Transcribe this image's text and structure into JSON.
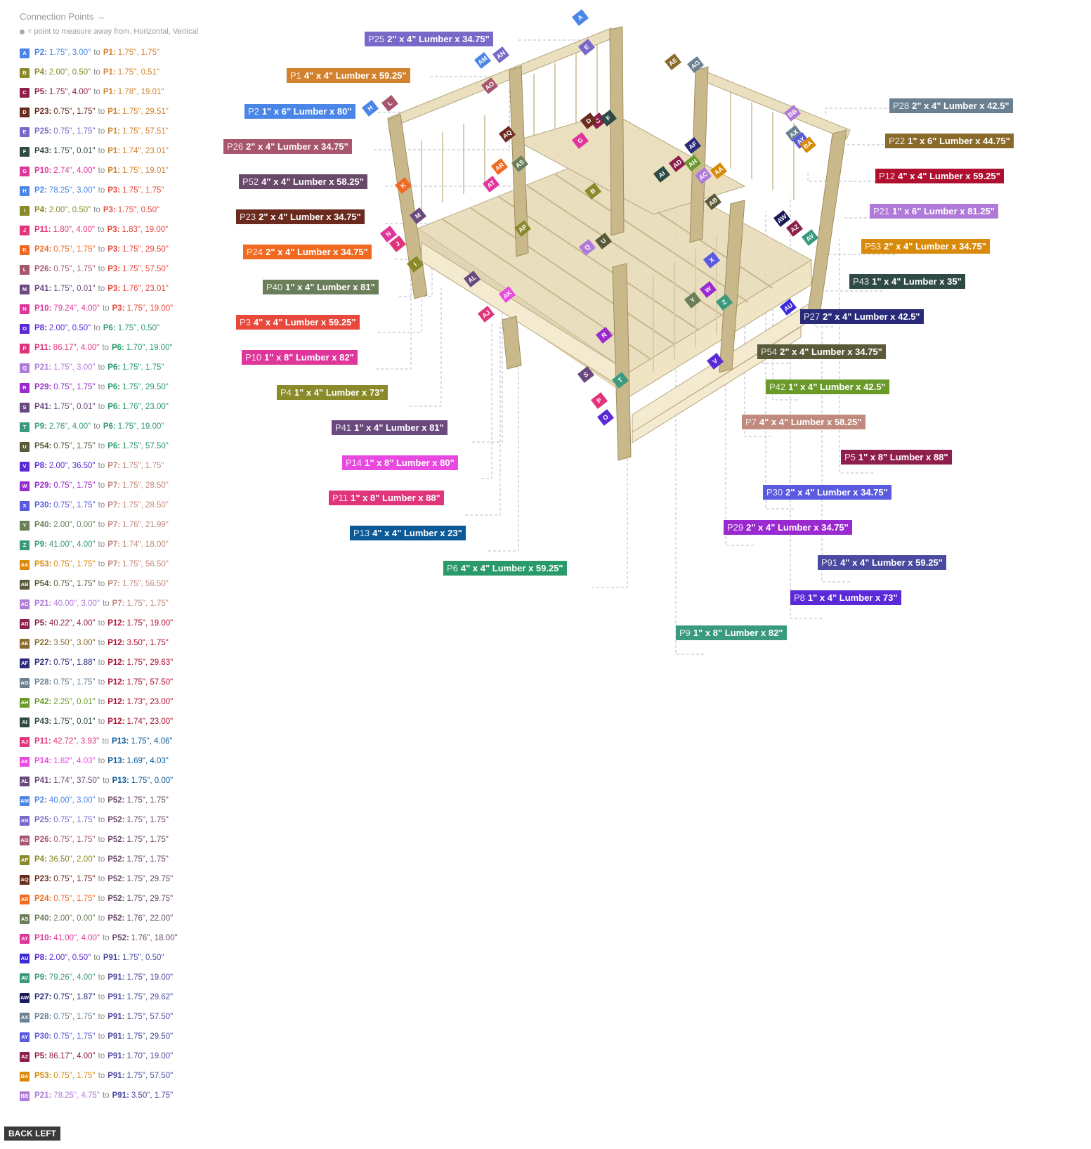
{
  "header": {
    "title": "Connection Points →",
    "subtitle": "= point to measure away from. Horizontal, Vertical"
  },
  "back_button": "BACK LEFT",
  "to_word": "to",
  "connections": [
    {
      "id": "A",
      "a": "P2:",
      "av": "1.75\", 3.00\"",
      "b": "P1:",
      "bv": "1.75\", 1.75\"",
      "ca": "#4a86e8",
      "cb": "#d2822e",
      "badge": "#4a86e8"
    },
    {
      "id": "B",
      "a": "P4:",
      "av": "2.00\", 0.50\"",
      "b": "P1:",
      "bv": "1.75\", 0.51\"",
      "ca": "#8a8a2a",
      "cb": "#d2822e",
      "badge": "#8a8a2a"
    },
    {
      "id": "C",
      "a": "P5:",
      "av": "1.75\", 4.00\"",
      "b": "P1:",
      "bv": "1.78\", 19.01\"",
      "ca": "#8e1f4c",
      "cb": "#d2822e",
      "badge": "#8e1f4c"
    },
    {
      "id": "D",
      "a": "P23:",
      "av": "0.75\", 1.75\"",
      "b": "P1:",
      "bv": "1.75\", 29.51\"",
      "ca": "#6b2a1e",
      "cb": "#d2822e",
      "badge": "#6b2a1e"
    },
    {
      "id": "E",
      "a": "P25:",
      "av": "0.75\", 1.75\"",
      "b": "P1:",
      "bv": "1.75\", 57.51\"",
      "ca": "#7a68c8",
      "cb": "#d2822e",
      "badge": "#7a68c8"
    },
    {
      "id": "F",
      "a": "P43:",
      "av": "1.75\", 0.01\"",
      "b": "P1:",
      "bv": "1.74\", 23.01\"",
      "ca": "#2f4a44",
      "cb": "#d2822e",
      "badge": "#2f4a44"
    },
    {
      "id": "G",
      "a": "P10:",
      "av": "2.74\", 4.00\"",
      "b": "P1:",
      "bv": "1.75\", 19.01\"",
      "ca": "#e0359a",
      "cb": "#d2822e",
      "badge": "#e0359a"
    },
    {
      "id": "H",
      "a": "P2:",
      "av": "78.25\", 3.00\"",
      "b": "P3:",
      "bv": "1.75\", 1.75\"",
      "ca": "#4a86e8",
      "cb": "#e8493c",
      "badge": "#4a86e8"
    },
    {
      "id": "I",
      "a": "P4:",
      "av": "2.00\", 0.50\"",
      "b": "P3:",
      "bv": "1.75\", 0.50\"",
      "ca": "#8a8a2a",
      "cb": "#e8493c",
      "badge": "#8a8a2a"
    },
    {
      "id": "J",
      "a": "P11:",
      "av": "1.80\", 4.00\"",
      "b": "P3:",
      "bv": "1.83\", 19.00\"",
      "ca": "#e0357a",
      "cb": "#e8493c",
      "badge": "#e0357a"
    },
    {
      "id": "K",
      "a": "P24:",
      "av": "0.75\", 1.75\"",
      "b": "P3:",
      "bv": "1.75\", 29.50\"",
      "ca": "#f06a22",
      "cb": "#e8493c",
      "badge": "#f06a22"
    },
    {
      "id": "L",
      "a": "P26:",
      "av": "0.75\", 1.75\"",
      "b": "P3:",
      "bv": "1.75\", 57.50\"",
      "ca": "#a8566e",
      "cb": "#e8493c",
      "badge": "#a8566e"
    },
    {
      "id": "M",
      "a": "P41:",
      "av": "1.75\", 0.01\"",
      "b": "P3:",
      "bv": "1.76\", 23.01\"",
      "ca": "#6a4a7e",
      "cb": "#e8493c",
      "badge": "#6a4a7e"
    },
    {
      "id": "N",
      "a": "P10:",
      "av": "79.24\", 4.00\"",
      "b": "P3:",
      "bv": "1.75\", 19.00\"",
      "ca": "#e0359a",
      "cb": "#e8493c",
      "badge": "#e0359a"
    },
    {
      "id": "O",
      "a": "P8:",
      "av": "2.00\", 0.50\"",
      "b": "P6:",
      "bv": "1.75\", 0.50\"",
      "ca": "#5a2ad8",
      "cb": "#2a9a6a",
      "badge": "#5a2ad8"
    },
    {
      "id": "P",
      "a": "P11:",
      "av": "86.17\", 4.00\"",
      "b": "P6:",
      "bv": "1.70\", 19.00\"",
      "ca": "#e0357a",
      "cb": "#2a9a6a",
      "badge": "#e0357a"
    },
    {
      "id": "Q",
      "a": "P21:",
      "av": "1.75\", 3.00\"",
      "b": "P6:",
      "bv": "1.75\", 1.75\"",
      "ca": "#b07ad8",
      "cb": "#2a9a6a",
      "badge": "#b07ad8"
    },
    {
      "id": "R",
      "a": "P29:",
      "av": "0.75\", 1.75\"",
      "b": "P6:",
      "bv": "1.75\", 29.50\"",
      "ca": "#9a2ad0",
      "cb": "#2a9a6a",
      "badge": "#9a2ad0"
    },
    {
      "id": "S",
      "a": "P41:",
      "av": "1.75\", 0.01\"",
      "b": "P6:",
      "bv": "1.76\", 23.00\"",
      "ca": "#6a4a7e",
      "cb": "#2a9a6a",
      "badge": "#6a4a7e"
    },
    {
      "id": "T",
      "a": "P9:",
      "av": "2.76\", 4.00\"",
      "b": "P6:",
      "bv": "1.75\", 19.00\"",
      "ca": "#3a9a7e",
      "cb": "#2a9a6a",
      "badge": "#3a9a7e"
    },
    {
      "id": "U",
      "a": "P54:",
      "av": "0.75\", 1.75\"",
      "b": "P6:",
      "bv": "1.75\", 57.50\"",
      "ca": "#5a5a3a",
      "cb": "#2a9a6a",
      "badge": "#5a5a3a"
    },
    {
      "id": "V",
      "a": "P8:",
      "av": "2.00\", 36.50\"",
      "b": "P7:",
      "bv": "1.75\", 1.75\"",
      "ca": "#5a2ad8",
      "cb": "#c08a7e",
      "badge": "#5a2ad8"
    },
    {
      "id": "W",
      "a": "P29:",
      "av": "0.75\", 1.75\"",
      "b": "P7:",
      "bv": "1.75\", 28.50\"",
      "ca": "#9a2ad0",
      "cb": "#c08a7e",
      "badge": "#9a2ad0"
    },
    {
      "id": "X",
      "a": "P30:",
      "av": "0.75\", 1.75\"",
      "b": "P7:",
      "bv": "1.75\", 28.50\"",
      "ca": "#5a5ae0",
      "cb": "#c08a7e",
      "badge": "#5a5ae0"
    },
    {
      "id": "Y",
      "a": "P40:",
      "av": "2.00\", 0.00\"",
      "b": "P7:",
      "bv": "1.76\", 21.99\"",
      "ca": "#6a7e5a",
      "cb": "#c08a7e",
      "badge": "#6a7e5a"
    },
    {
      "id": "Z",
      "a": "P9:",
      "av": "41.00\", 4.00\"",
      "b": "P7:",
      "bv": "1.74\", 18.00\"",
      "ca": "#3a9a7e",
      "cb": "#c08a7e",
      "badge": "#3a9a7e"
    },
    {
      "id": "AA",
      "a": "P53:",
      "av": "0.75\", 1.75\"",
      "b": "P7:",
      "bv": "1.75\", 56.50\"",
      "ca": "#d88a0a",
      "cb": "#c08a7e",
      "badge": "#d88a0a"
    },
    {
      "id": "AB",
      "a": "P54:",
      "av": "0.75\", 1.75\"",
      "b": "P7:",
      "bv": "1.75\", 56.50\"",
      "ca": "#5a5a3a",
      "cb": "#c08a7e",
      "badge": "#5a5a3a"
    },
    {
      "id": "AC",
      "a": "P21:",
      "av": "40.00\", 3.00\"",
      "b": "P7:",
      "bv": "1.75\", 1.75\"",
      "ca": "#b07ad8",
      "cb": "#c08a7e",
      "badge": "#b07ad8"
    },
    {
      "id": "AD",
      "a": "P5:",
      "av": "40.22\", 4.00\"",
      "b": "P12:",
      "bv": "1.75\", 19.00\"",
      "ca": "#8e1f4c",
      "cb": "#b01030",
      "badge": "#8e1f4c"
    },
    {
      "id": "AE",
      "a": "P22:",
      "av": "3.50\", 3.00\"",
      "b": "P12:",
      "bv": "3.50\", 1.75\"",
      "ca": "#8a6a2a",
      "cb": "#b01030",
      "badge": "#8a6a2a"
    },
    {
      "id": "AF",
      "a": "P27:",
      "av": "0.75\", 1.88\"",
      "b": "P12:",
      "bv": "1.75\", 29.63\"",
      "ca": "#2a2a7a",
      "cb": "#b01030",
      "badge": "#2a2a7a"
    },
    {
      "id": "AG",
      "a": "P28:",
      "av": "0.75\", 1.75\"",
      "b": "P12:",
      "bv": "1.75\", 57.50\"",
      "ca": "#6a8090",
      "cb": "#b01030",
      "badge": "#6a8090"
    },
    {
      "id": "AH",
      "a": "P42:",
      "av": "2.25\", 0.01\"",
      "b": "P12:",
      "bv": "1.73\", 23.00\"",
      "ca": "#6a9a2a",
      "cb": "#b01030",
      "badge": "#6a9a2a"
    },
    {
      "id": "AI",
      "a": "P43:",
      "av": "1.75\", 0.01\"",
      "b": "P12:",
      "bv": "1.74\", 23.00\"",
      "ca": "#2f4a44",
      "cb": "#b01030",
      "badge": "#2f4a44"
    },
    {
      "id": "AJ",
      "a": "P11:",
      "av": "42.72\", 3.93\"",
      "b": "P13:",
      "bv": "1.75\", 4.06\"",
      "ca": "#e0357a",
      "cb": "#0a5a9a",
      "badge": "#e0357a"
    },
    {
      "id": "AK",
      "a": "P14:",
      "av": "1.82\", 4.03\"",
      "b": "P13:",
      "bv": "1.69\", 4.03\"",
      "ca": "#e84ae0",
      "cb": "#0a5a9a",
      "badge": "#e84ae0"
    },
    {
      "id": "AL",
      "a": "P41:",
      "av": "1.74\", 37.50\"",
      "b": "P13:",
      "bv": "1.75\", 0.00\"",
      "ca": "#6a4a7e",
      "cb": "#0a5a9a",
      "badge": "#6a4a7e"
    },
    {
      "id": "AM",
      "a": "P2:",
      "av": "40.00\", 3.00\"",
      "b": "P52:",
      "bv": "1.75\", 1.75\"",
      "ca": "#4a86e8",
      "cb": "#6a4a6a",
      "badge": "#4a86e8"
    },
    {
      "id": "AN",
      "a": "P25:",
      "av": "0.75\", 1.75\"",
      "b": "P52:",
      "bv": "1.75\", 1.75\"",
      "ca": "#7a68c8",
      "cb": "#6a4a6a",
      "badge": "#7a68c8"
    },
    {
      "id": "AO",
      "a": "P26:",
      "av": "0.75\", 1.75\"",
      "b": "P52:",
      "bv": "1.75\", 1.75\"",
      "ca": "#a8566e",
      "cb": "#6a4a6a",
      "badge": "#a8566e"
    },
    {
      "id": "AP",
      "a": "P4:",
      "av": "36.50\", 2.00\"",
      "b": "P52:",
      "bv": "1.75\", 1.75\"",
      "ca": "#8a8a2a",
      "cb": "#6a4a6a",
      "badge": "#8a8a2a"
    },
    {
      "id": "AQ",
      "a": "P23:",
      "av": "0.75\", 1.75\"",
      "b": "P52:",
      "bv": "1.75\", 29.75\"",
      "ca": "#6b2a1e",
      "cb": "#6a4a6a",
      "badge": "#6b2a1e"
    },
    {
      "id": "AR",
      "a": "P24:",
      "av": "0.75\", 1.75\"",
      "b": "P52:",
      "bv": "1.75\", 29.75\"",
      "ca": "#f06a22",
      "cb": "#6a4a6a",
      "badge": "#f06a22"
    },
    {
      "id": "AS",
      "a": "P40:",
      "av": "2.00\", 0.00\"",
      "b": "P52:",
      "bv": "1.76\", 22.00\"",
      "ca": "#6a7e5a",
      "cb": "#6a4a6a",
      "badge": "#6a7e5a"
    },
    {
      "id": "AT",
      "a": "P10:",
      "av": "41.00\", 4.00\"",
      "b": "P52:",
      "bv": "1.76\", 18.00\"",
      "ca": "#e0359a",
      "cb": "#6a4a6a",
      "badge": "#e0359a"
    },
    {
      "id": "AU",
      "a": "P8:",
      "av": "2.00\", 0.50\"",
      "b": "P91:",
      "bv": "1.75\", 0.50\"",
      "ca": "#5a2ad8",
      "cb": "#4a4aa0",
      "badge": "#3a2ad8"
    },
    {
      "id": "AV",
      "a": "P9:",
      "av": "79.26\", 4.00\"",
      "b": "P91:",
      "bv": "1.75\", 19.00\"",
      "ca": "#3a9a7e",
      "cb": "#4a4aa0",
      "badge": "#3a9a7e"
    },
    {
      "id": "AW",
      "a": "P27:",
      "av": "0.75\", 1.87\"",
      "b": "P91:",
      "bv": "1.75\", 29.62\"",
      "ca": "#2a2a7a",
      "cb": "#4a4aa0",
      "badge": "#1a1a5a"
    },
    {
      "id": "AX",
      "a": "P28:",
      "av": "0.75\", 1.75\"",
      "b": "P91:",
      "bv": "1.75\", 57.50\"",
      "ca": "#6a8090",
      "cb": "#4a4aa0",
      "badge": "#6a8090"
    },
    {
      "id": "AY",
      "a": "P30:",
      "av": "0.75\", 1.75\"",
      "b": "P91:",
      "bv": "1.75\", 29.50\"",
      "ca": "#5a5ae0",
      "cb": "#4a4aa0",
      "badge": "#5a5ae0"
    },
    {
      "id": "AZ",
      "a": "P5:",
      "av": "86.17\", 4.00\"",
      "b": "P91:",
      "bv": "1.70\", 19.00\"",
      "ca": "#8e1f4c",
      "cb": "#4a4aa0",
      "badge": "#8e1f4c"
    },
    {
      "id": "BA",
      "a": "P53:",
      "av": "0.75\", 1.75\"",
      "b": "P91:",
      "bv": "1.75\", 57.50\"",
      "ca": "#d88a0a",
      "cb": "#4a4aa0",
      "badge": "#d88a0a"
    },
    {
      "id": "BB",
      "a": "P21:",
      "av": "78.25\", 4.75\"",
      "b": "P91:",
      "bv": "3.50\", 1.75\"",
      "ca": "#b07ad8",
      "cb": "#4a4aa0",
      "badge": "#b07ad8"
    }
  ],
  "part_labels": [
    {
      "num": "P25",
      "text": "2\" x 4\" Lumber  x 34.75\"",
      "color": "#7a68c8"
    },
    {
      "num": "P1",
      "text": "4\" x 4\" Lumber x 59.25\"",
      "color": "#d2822e"
    },
    {
      "num": "P2",
      "text": "1\" x 6\" Lumber x 80\"",
      "color": "#4a86e8"
    },
    {
      "num": "P26",
      "text": "2\" x 4\" Lumber  x 34.75\"",
      "color": "#a8566e"
    },
    {
      "num": "P52",
      "text": "4\" x 4\" Lumber x 58.25\"",
      "color": "#6a4a6a"
    },
    {
      "num": "P23",
      "text": "2\" x 4\" Lumber  x 34.75\"",
      "color": "#6b2a1e"
    },
    {
      "num": "P24",
      "text": "2\" x 4\" Lumber  x 34.75\"",
      "color": "#f06a22"
    },
    {
      "num": "P40",
      "text": "1\" x 4\" Lumber  x 81\"",
      "color": "#6a7e5a"
    },
    {
      "num": "P3",
      "text": "4\" x 4\" Lumber x 59.25\"",
      "color": "#e8493c"
    },
    {
      "num": "P10",
      "text": "1\" x 8\" Lumber x 82\"",
      "color": "#e0359a"
    },
    {
      "num": "P4",
      "text": "1\" x 4\" Lumber  x 73\"",
      "color": "#8a8a2a"
    },
    {
      "num": "P41",
      "text": "1\" x 4\" Lumber  x 81\"",
      "color": "#6a4a7e"
    },
    {
      "num": "P14",
      "text": "1\" x 8\" Lumber x 80\"",
      "color": "#e84ae0"
    },
    {
      "num": "P11",
      "text": "1\" x 8\" Lumber x 88\"",
      "color": "#e0357a"
    },
    {
      "num": "P13",
      "text": "4\" x 4\" Lumber x 23\"",
      "color": "#0a5a9a"
    },
    {
      "num": "P6",
      "text": "4\" x 4\" Lumber x 59.25\"",
      "color": "#2a9a6a"
    },
    {
      "num": "P28",
      "text": "2\" x 4\" Lumber  x 42.5\"",
      "color": "#6a8090"
    },
    {
      "num": "P22",
      "text": "1\" x 6\" Lumber x 44.75\"",
      "color": "#8a6a2a"
    },
    {
      "num": "P12",
      "text": "4\" x 4\" Lumber x 59.25\"",
      "color": "#b01030"
    },
    {
      "num": "P21",
      "text": "1\" x 6\" Lumber x 81.25\"",
      "color": "#b07ad8"
    },
    {
      "num": "P53",
      "text": "2\" x 4\" Lumber  x 34.75\"",
      "color": "#d88a0a"
    },
    {
      "num": "P43",
      "text": "1\" x 4\" Lumber  x 35\"",
      "color": "#2f4a44"
    },
    {
      "num": "P27",
      "text": "2\" x 4\" Lumber  x 42.5\"",
      "color": "#2a2a7a"
    },
    {
      "num": "P54",
      "text": "2\" x 4\" Lumber  x 34.75\"",
      "color": "#5a5a3a"
    },
    {
      "num": "P42",
      "text": "1\" x 4\" Lumber  x 42.5\"",
      "color": "#6a9a2a"
    },
    {
      "num": "P7",
      "text": "4\" x 4\" Lumber x 58.25\"",
      "color": "#c08a7e"
    },
    {
      "num": "P5",
      "text": "1\" x 8\" Lumber x 88\"",
      "color": "#8e1f4c"
    },
    {
      "num": "P30",
      "text": "2\" x 4\" Lumber  x 34.75\"",
      "color": "#5a5ae0"
    },
    {
      "num": "P29",
      "text": "2\" x 4\" Lumber  x 34.75\"",
      "color": "#9a2ad0"
    },
    {
      "num": "P91",
      "text": "4\" x 4\" Lumber x 59.25\"",
      "color": "#4a4aa0"
    },
    {
      "num": "P8",
      "text": "1\" x 4\" Lumber  x 73\"",
      "color": "#5a2ad8"
    },
    {
      "num": "P9",
      "text": "1\" x 8\" Lumber x 82\"",
      "color": "#3a9a7e"
    }
  ]
}
